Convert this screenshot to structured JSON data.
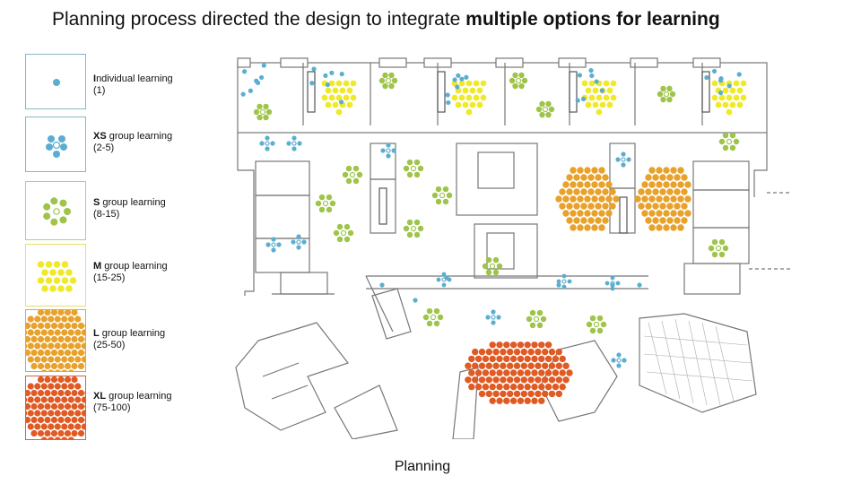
{
  "title": {
    "prefix": "Planning process directed the design to integrate ",
    "emphasis": "multiple options for learning"
  },
  "legend": [
    {
      "prefix": "I",
      "rest": "ndividual learning",
      "range": "(1)",
      "color": "#5aaed1",
      "border": "#8ab4c8"
    },
    {
      "prefix": "XS",
      "rest": " group learning",
      "range": "(2-5)",
      "color": "#5aaed1",
      "border": "#8ab4c8"
    },
    {
      "prefix": "S",
      "rest": " group learning",
      "range": "(8-15)",
      "color": "#9ec44a",
      "border": "#b5cf7a"
    },
    {
      "prefix": "M",
      "rest": " group learning",
      "range": "(15-25)",
      "color": "#f0e92a",
      "border": "#e9e06a"
    },
    {
      "prefix": "L",
      "rest": " group learning",
      "range": "(25-50)",
      "color": "#e8a12a",
      "border": "#e2a24b"
    },
    {
      "prefix": "XL",
      "rest": " group learning",
      "range": "(75-100)",
      "color": "#e05a24",
      "border": "#d9613a"
    }
  ],
  "caption": "Planning"
}
